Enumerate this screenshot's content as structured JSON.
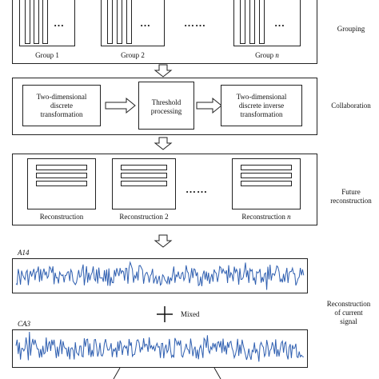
{
  "grouping": {
    "side_label": "Grouping",
    "groups": [
      {
        "label": "Group 1"
      },
      {
        "label": "Group 2"
      },
      {
        "label_prefix": "Group ",
        "label_var": "n"
      }
    ],
    "ellipsis_small": "…",
    "ellipsis_big": "……"
  },
  "collaboration": {
    "side_label": "Collaboration",
    "step1_line1": "Two-dimensional",
    "step1_line2": "discrete",
    "step1_line3": "transformation",
    "step2_line1": "Threshold",
    "step2_line2": "processing",
    "step3_line1": "Two-dimensional",
    "step3_line2": "discrete inverse",
    "step3_line3": "transformation"
  },
  "future": {
    "side_line1": "Future",
    "side_line2": "reconstruction",
    "items": [
      {
        "label": "Reconstruction"
      },
      {
        "label": "Reconstruction 2"
      },
      {
        "label_prefix": "Reconstruction ",
        "label_var": "n"
      }
    ],
    "ellipsis": "……"
  },
  "signals": {
    "top_label": "A14",
    "bottom_label": "CA3",
    "mixed_label": "Mixed",
    "side_line1": "Reconstruction",
    "side_line2": "of current",
    "side_line3": "signal",
    "line_color": "#2f5fb0"
  }
}
